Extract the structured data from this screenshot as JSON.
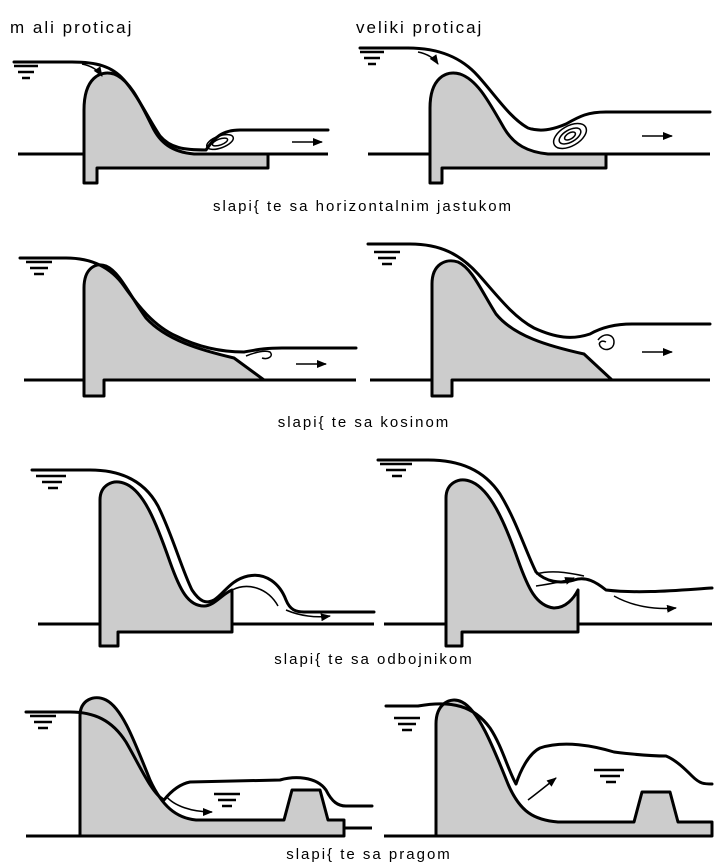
{
  "headers": {
    "left": "m ali proticaj",
    "right": "veliki proticaj"
  },
  "captions": {
    "row1": "slapi{ te sa horizontalnim jastukom",
    "row2": "slapi{ te sa kosinom",
    "row3": "slapi{ te sa odbojnikom",
    "row4": "slapi{ te sa pragom"
  },
  "icons": {
    "water_level": "water-level-icon",
    "flow_arrow": "flow-arrow-icon",
    "eddy": "eddy-icon"
  },
  "colors": {
    "structure_fill": "#cccccc",
    "line": "#000000"
  }
}
